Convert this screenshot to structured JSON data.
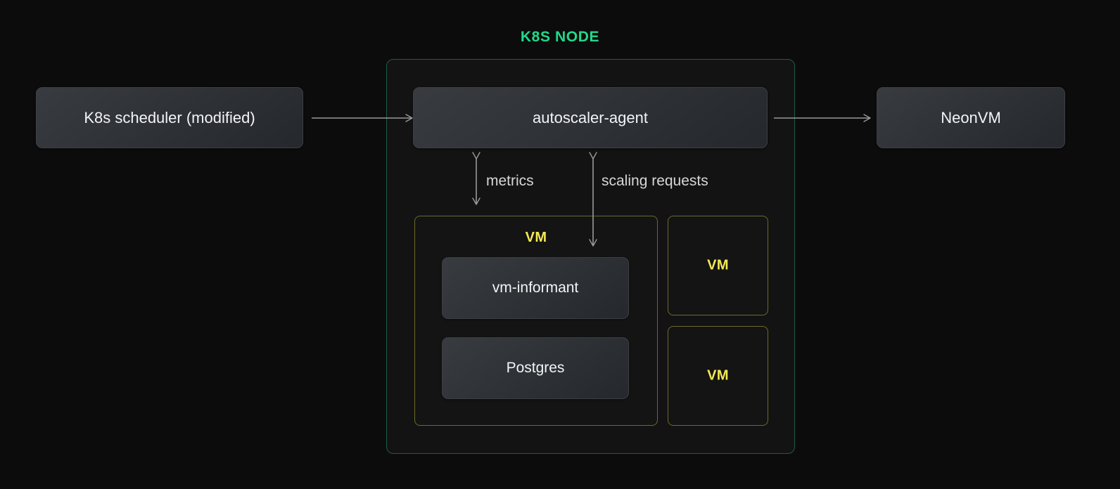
{
  "title": "K8S NODE",
  "colors": {
    "background": "#0c0c0c",
    "node_border": "#1f5c43",
    "node_title": "#21d98a",
    "vm_border": "#6e6a2b",
    "vm_label": "#f5ea52",
    "box_text": "#f3f4f6",
    "arrow": "#9a9a9a",
    "arrow_label": "#d6d7d9"
  },
  "external": {
    "scheduler": "K8s scheduler (modified)",
    "neonvm": "NeonVM"
  },
  "node": {
    "agent": "autoscaler-agent",
    "vm_main": {
      "label": "VM",
      "children": [
        "vm-informant",
        "Postgres"
      ]
    },
    "vm_others": [
      {
        "label": "VM"
      },
      {
        "label": "VM"
      }
    ]
  },
  "arrows": {
    "metrics": "metrics",
    "scaling": "scaling requests"
  }
}
